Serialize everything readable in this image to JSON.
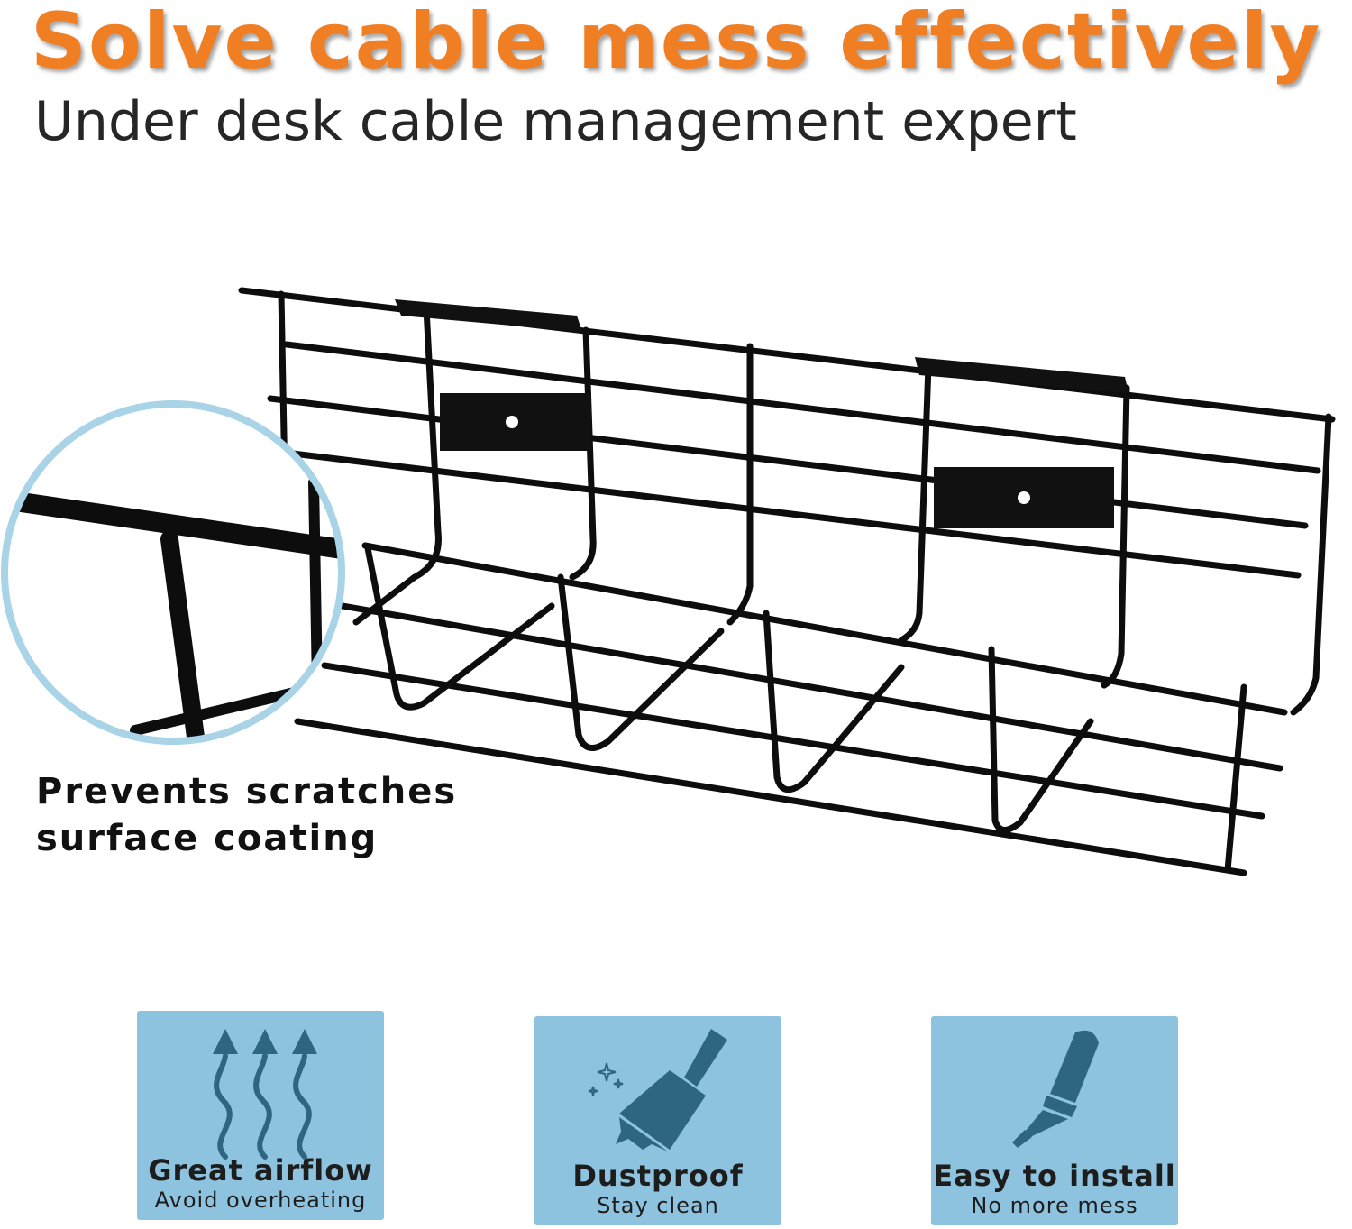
{
  "header": {
    "headline": "Solve cable mess effectively",
    "subheadline": "Under desk cable management expert"
  },
  "callout": {
    "line1": "Prevents scratches",
    "line2": "surface coating"
  },
  "features": [
    {
      "title": "Great airflow",
      "subtitle": "Avoid overheating",
      "icon": "airflow-arrows-icon"
    },
    {
      "title": "Dustproof",
      "subtitle": "Stay clean",
      "icon": "brush-icon"
    },
    {
      "title": "Easy to install",
      "subtitle": "No more mess",
      "icon": "screwdriver-icon"
    }
  ],
  "colors": {
    "headline": "#f07f24",
    "feature_tile": "#8dc3de",
    "feature_icon": "#2e6580",
    "wire": "#0d0d0d",
    "zoom_ring": "#a9d3e6"
  }
}
